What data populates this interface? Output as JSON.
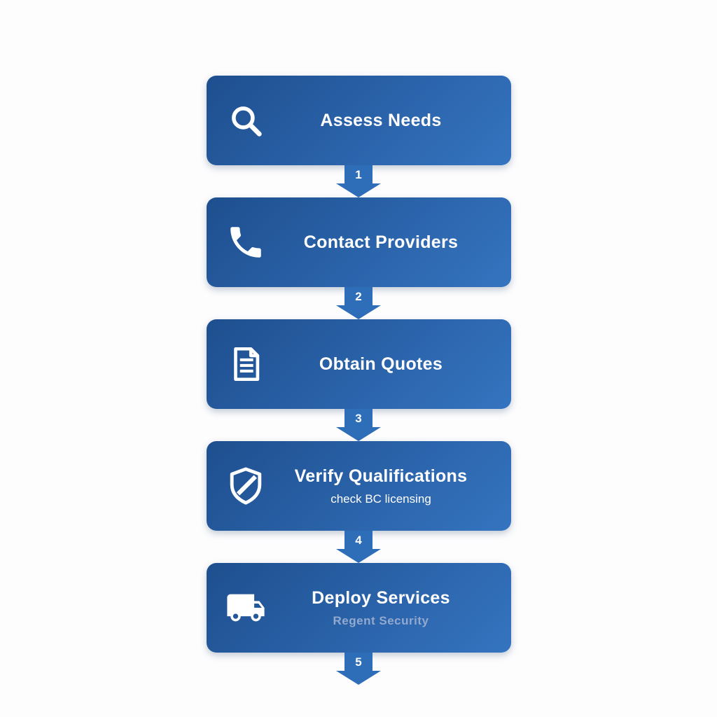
{
  "colors": {
    "box_gradient_start": "#1e4f8f",
    "box_gradient_end": "#3574c0",
    "arrow": "#2e6db8",
    "text": "#ffffff",
    "muted_subtitle": "#93a9cf"
  },
  "steps": [
    {
      "label": "Assess Needs",
      "subtitle": "",
      "icon": "magnifier-icon",
      "arrow_number": "1"
    },
    {
      "label": "Contact Providers",
      "subtitle": "",
      "icon": "phone-icon",
      "arrow_number": "2"
    },
    {
      "label": "Obtain Quotes",
      "subtitle": "",
      "icon": "document-icon",
      "arrow_number": "3"
    },
    {
      "label": "Verify Qualifications",
      "subtitle": "check BC licensing",
      "icon": "shield-icon",
      "arrow_number": "4"
    },
    {
      "label": "Deploy Services",
      "subtitle": "Regent Security",
      "icon": "truck-icon",
      "arrow_number": "5"
    }
  ]
}
